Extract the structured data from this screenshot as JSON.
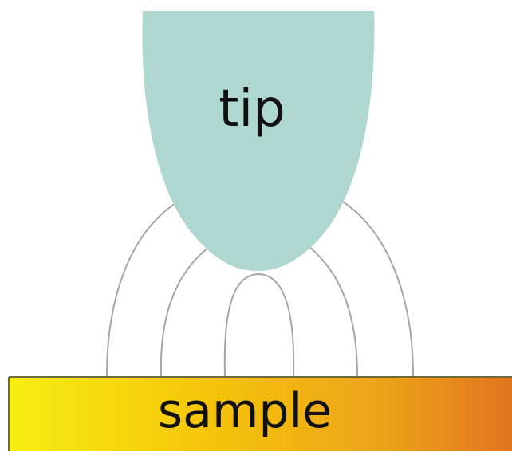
{
  "diagram": {
    "tip": {
      "label": "tip",
      "color": "#aed8cf"
    },
    "sample": {
      "label": "sample",
      "gradient_colors": [
        "#f7ee12",
        "#f5c40a",
        "#eba21a",
        "#e3751e"
      ]
    },
    "field_lines": {
      "count": 5,
      "color": "#a6a6a6"
    }
  }
}
